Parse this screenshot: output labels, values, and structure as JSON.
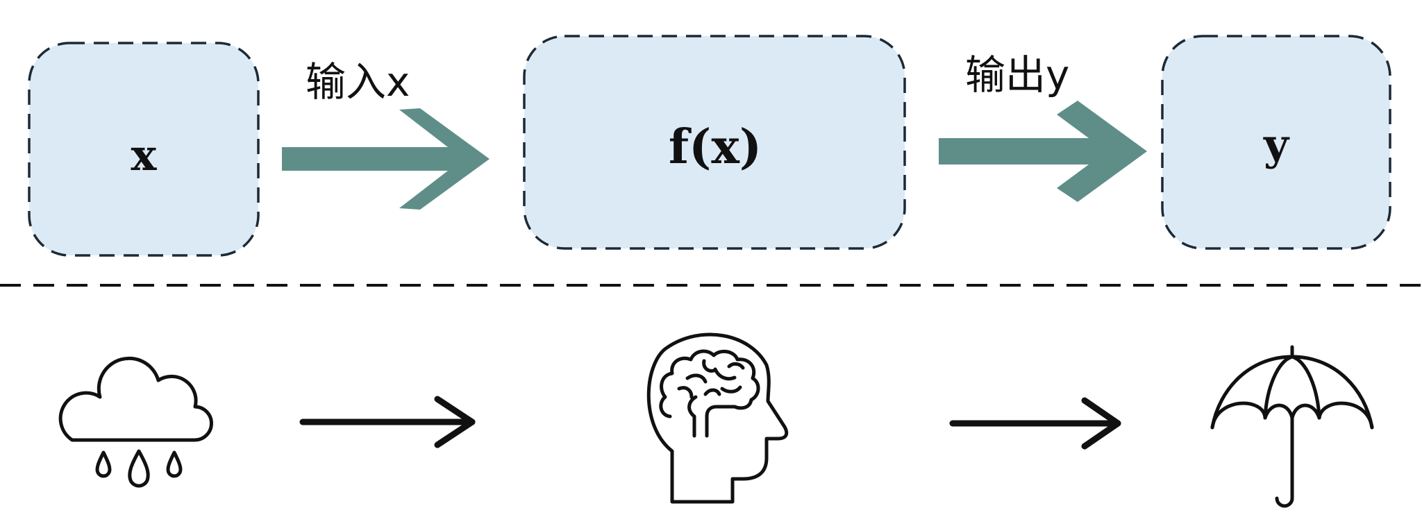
{
  "diagram": {
    "top_row": {
      "input_box": {
        "label": "x"
      },
      "input_arrow": {
        "label": "输入x"
      },
      "function_box": {
        "label": "f(x)"
      },
      "output_arrow": {
        "label": "输出y"
      },
      "output_box": {
        "label": "y"
      }
    },
    "bottom_row": {
      "icons": [
        "rain-cloud-icon",
        "arrow-right-icon",
        "brain-head-icon",
        "arrow-right-icon",
        "umbrella-icon"
      ]
    },
    "colors": {
      "box_fill": "#dceaf6",
      "box_border": "#1b2a36",
      "thick_arrow": "#5f8e89",
      "divider": "#111111",
      "icon_stroke": "#111111"
    }
  }
}
